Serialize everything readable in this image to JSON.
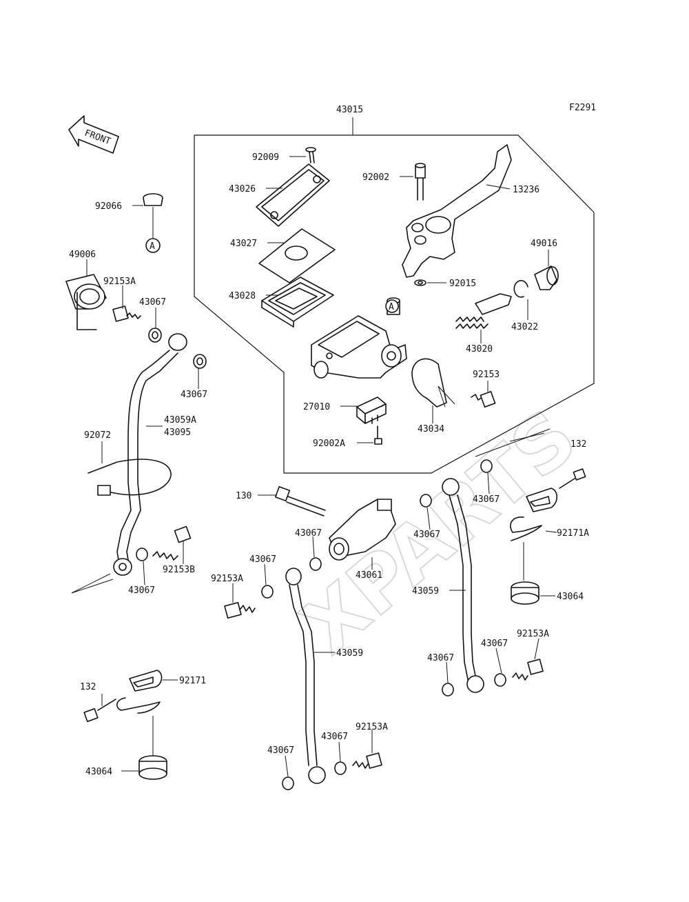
{
  "figure_code": "F2291",
  "watermark": "XPARTS",
  "front_label": "FRONT",
  "assembly_label": "43015",
  "ref_marker": "A",
  "labels": [
    {
      "id": "l1",
      "text": "92009"
    },
    {
      "id": "l2",
      "text": "43026"
    },
    {
      "id": "l3",
      "text": "43027"
    },
    {
      "id": "l4",
      "text": "43028"
    },
    {
      "id": "l5",
      "text": "92002"
    },
    {
      "id": "l6",
      "text": "13236"
    },
    {
      "id": "l7",
      "text": "49016"
    },
    {
      "id": "l8",
      "text": "92015"
    },
    {
      "id": "l9",
      "text": "43022"
    },
    {
      "id": "l10",
      "text": "43020"
    },
    {
      "id": "l11",
      "text": "92153"
    },
    {
      "id": "l12",
      "text": "27010"
    },
    {
      "id": "l13",
      "text": "43034"
    },
    {
      "id": "l14",
      "text": "92002A"
    },
    {
      "id": "l15",
      "text": "92066"
    },
    {
      "id": "l16",
      "text": "49006"
    },
    {
      "id": "l17",
      "text": "92153A"
    },
    {
      "id": "l18",
      "text": "43067"
    },
    {
      "id": "l19",
      "text": "43067"
    },
    {
      "id": "l20",
      "text": "43059A"
    },
    {
      "id": "l21",
      "text": "43095"
    },
    {
      "id": "l22",
      "text": "92072"
    },
    {
      "id": "l23",
      "text": "92153B"
    },
    {
      "id": "l24",
      "text": "43067"
    },
    {
      "id": "l25",
      "text": "132"
    },
    {
      "id": "l26",
      "text": "43067"
    },
    {
      "id": "l27",
      "text": "130"
    },
    {
      "id": "l28",
      "text": "43067"
    },
    {
      "id": "l29",
      "text": "43067"
    },
    {
      "id": "l30",
      "text": "43061"
    },
    {
      "id": "l31",
      "text": "43067"
    },
    {
      "id": "l32",
      "text": "92153A"
    },
    {
      "id": "l33",
      "text": "92171A"
    },
    {
      "id": "l34",
      "text": "43059"
    },
    {
      "id": "l35",
      "text": "43064"
    },
    {
      "id": "l36",
      "text": "43059"
    },
    {
      "id": "l37",
      "text": "92153A"
    },
    {
      "id": "l38",
      "text": "43067"
    },
    {
      "id": "l39",
      "text": "43067"
    },
    {
      "id": "l40",
      "text": "132"
    },
    {
      "id": "l41",
      "text": "92171"
    },
    {
      "id": "l42",
      "text": "92153A"
    },
    {
      "id": "l43",
      "text": "43067"
    },
    {
      "id": "l44",
      "text": "43067"
    },
    {
      "id": "l45",
      "text": "43064"
    }
  ]
}
